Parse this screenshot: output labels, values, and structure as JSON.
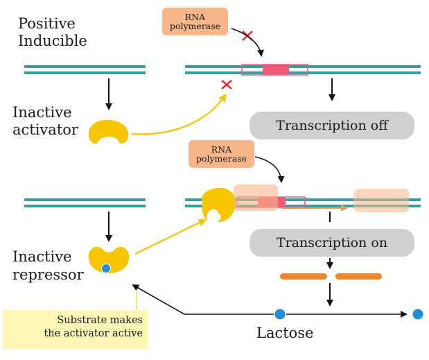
{
  "labels": {
    "title_line1": "Positive",
    "title_line2": "Inducible",
    "activator_line1": "Inactive",
    "activator_line2": "activator",
    "repressor_line1": "Inactive",
    "repressor_line2": "repressor",
    "lactose": "Lactose"
  },
  "rna_polymerase_top": {
    "line1": "RNA",
    "line2": "polymerase"
  },
  "rna_polymerase_mid": {
    "line1": "RNA",
    "line2": "polymerase"
  },
  "transcription_off": "Transcription off",
  "transcription_on": "Transcription on",
  "note": {
    "line1": "Substrate makes",
    "line2": "the activator active"
  },
  "colors": {
    "dna_teal": "#3a9c9f",
    "regulator_yellow": "#f7c600",
    "arrow_yellow": "#f5c518",
    "promoter_pink": "#ee5a78",
    "polymerase_peach": "#f9b68a",
    "mrna_orange": "#f0852a",
    "lactose_blue": "#1f8fd6",
    "pill_gray": "#d0d0d0",
    "note_yellow": "#fdf7b8",
    "block_red": "#e8282f"
  },
  "icons": [
    "activator-shape",
    "repressor-shape",
    "lactose-dot",
    "block-x-icon",
    "polymerase-blob"
  ]
}
